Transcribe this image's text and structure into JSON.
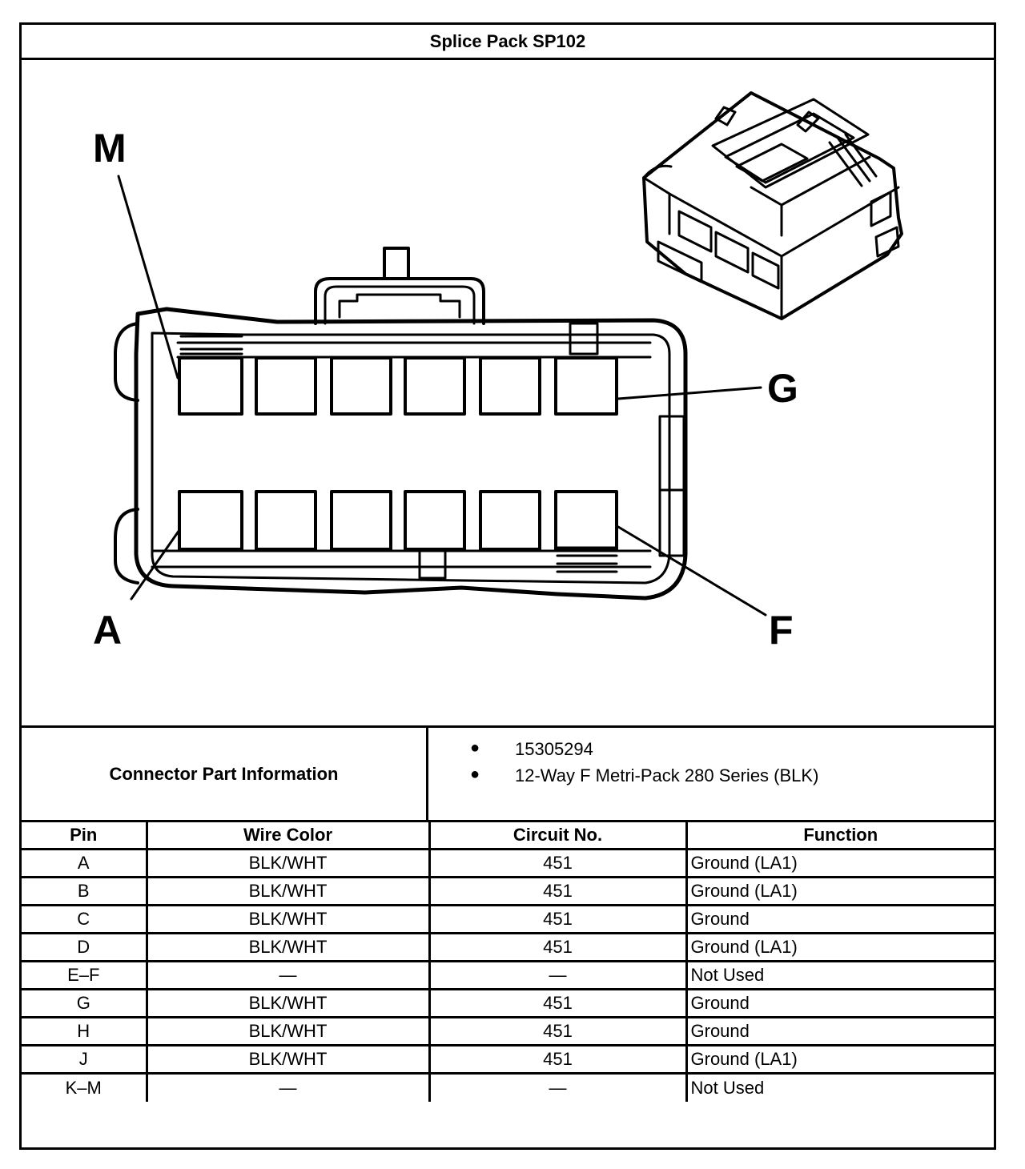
{
  "title": "Splice Pack SP102",
  "pin_callouts": {
    "M": "M",
    "G": "G",
    "A": "A",
    "F": "F"
  },
  "connector_info": {
    "label": "Connector Part Information",
    "items": [
      "15305294",
      "12-Way F Metri-Pack 280 Series (BLK)"
    ]
  },
  "table": {
    "headers": [
      "Pin",
      "Wire Color",
      "Circuit No.",
      "Function"
    ],
    "rows": [
      [
        "A",
        "BLK/WHT",
        "451",
        "Ground (LA1)"
      ],
      [
        "B",
        "BLK/WHT",
        "451",
        "Ground (LA1)"
      ],
      [
        "C",
        "BLK/WHT",
        "451",
        "Ground"
      ],
      [
        "D",
        "BLK/WHT",
        "451",
        "Ground (LA1)"
      ],
      [
        "E–F",
        "—",
        "—",
        "Not Used"
      ],
      [
        "G",
        "BLK/WHT",
        "451",
        "Ground"
      ],
      [
        "H",
        "BLK/WHT",
        "451",
        "Ground"
      ],
      [
        "J",
        "BLK/WHT",
        "451",
        "Ground (LA1)"
      ],
      [
        "K–M",
        "—",
        "—",
        "Not Used"
      ]
    ]
  }
}
